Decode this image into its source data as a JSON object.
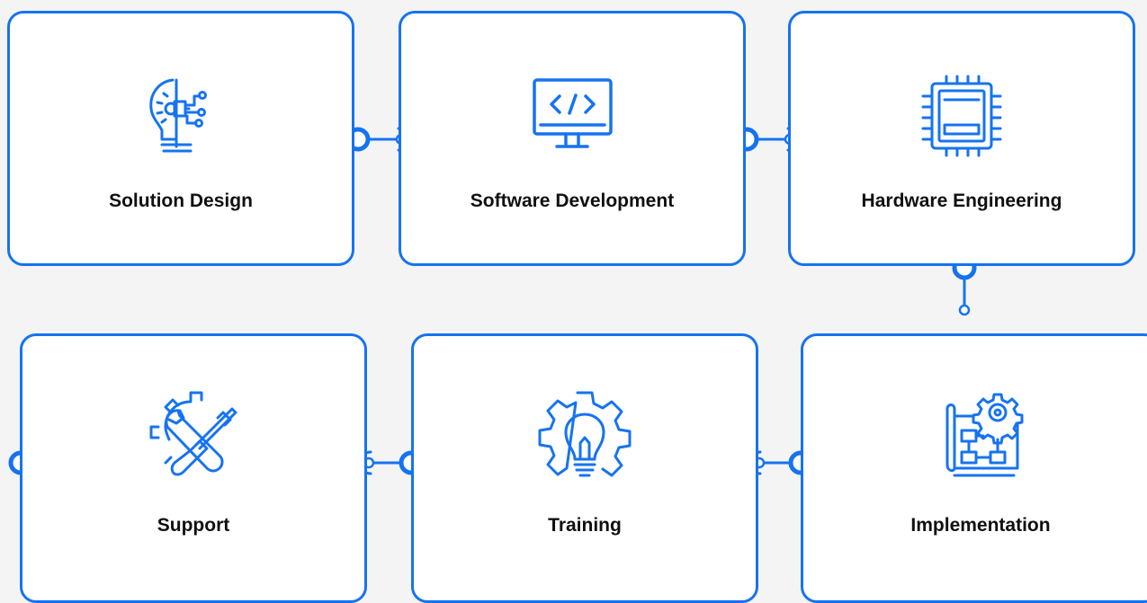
{
  "colors": {
    "accent": "#1673f0",
    "background": "#f4f4f4",
    "card": "#ffffff",
    "text": "#101010"
  },
  "cards": [
    {
      "label": "Solution Design",
      "icon": "lightbulb-circuit-icon"
    },
    {
      "label": "Software Development",
      "icon": "monitor-code-icon"
    },
    {
      "label": "Hardware Engineering",
      "icon": "chip-icon"
    },
    {
      "label": "Support",
      "icon": "wrench-screwdriver-gear-icon"
    },
    {
      "label": "Training",
      "icon": "lightbulb-gear-icon"
    },
    {
      "label": "Implementation",
      "icon": "blueprint-gear-icon"
    }
  ]
}
